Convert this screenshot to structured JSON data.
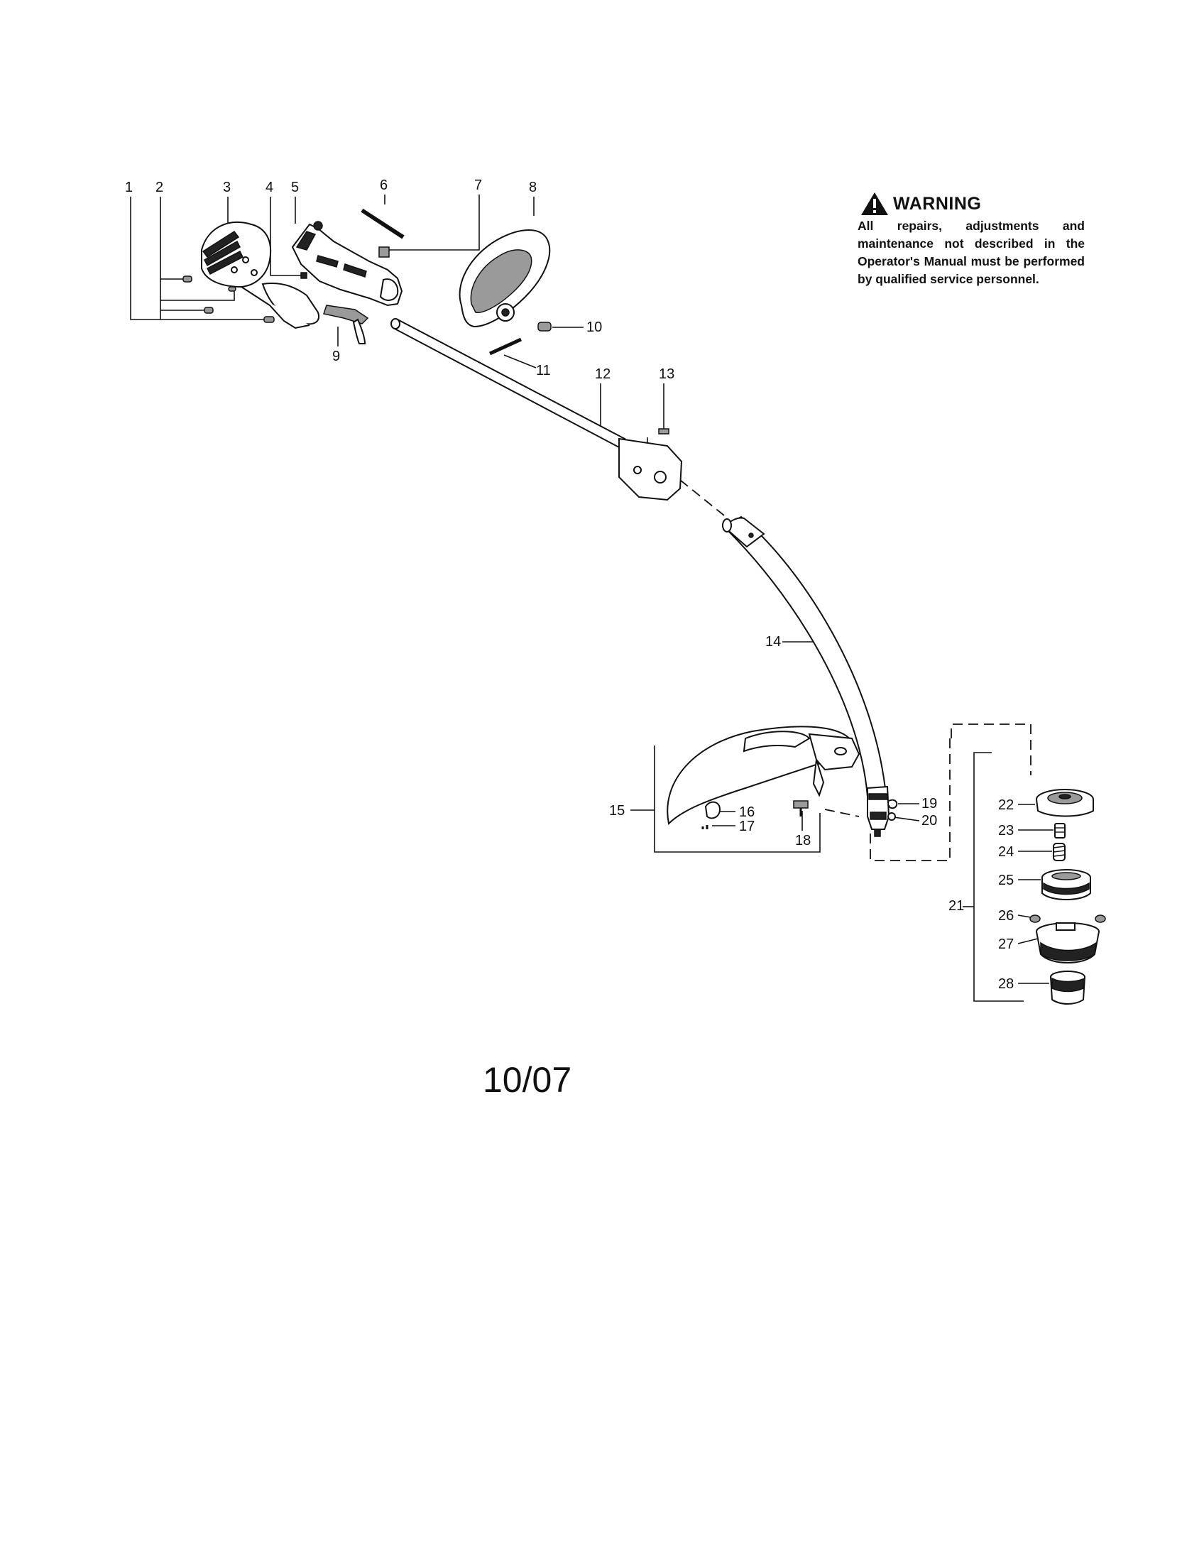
{
  "warning": {
    "title": "WARNING",
    "text": "All repairs, adjustments and maintenance not described in the Operator's Manual must be performed by qualified service personnel.",
    "icon": "warning-triangle-icon"
  },
  "date_code": "10/07",
  "callouts": [
    "1",
    "2",
    "3",
    "4",
    "5",
    "6",
    "7",
    "8",
    "9",
    "10",
    "11",
    "12",
    "13",
    "14",
    "15",
    "16",
    "17",
    "18",
    "19",
    "20",
    "21",
    "22",
    "23",
    "24",
    "25",
    "26",
    "27",
    "28"
  ]
}
